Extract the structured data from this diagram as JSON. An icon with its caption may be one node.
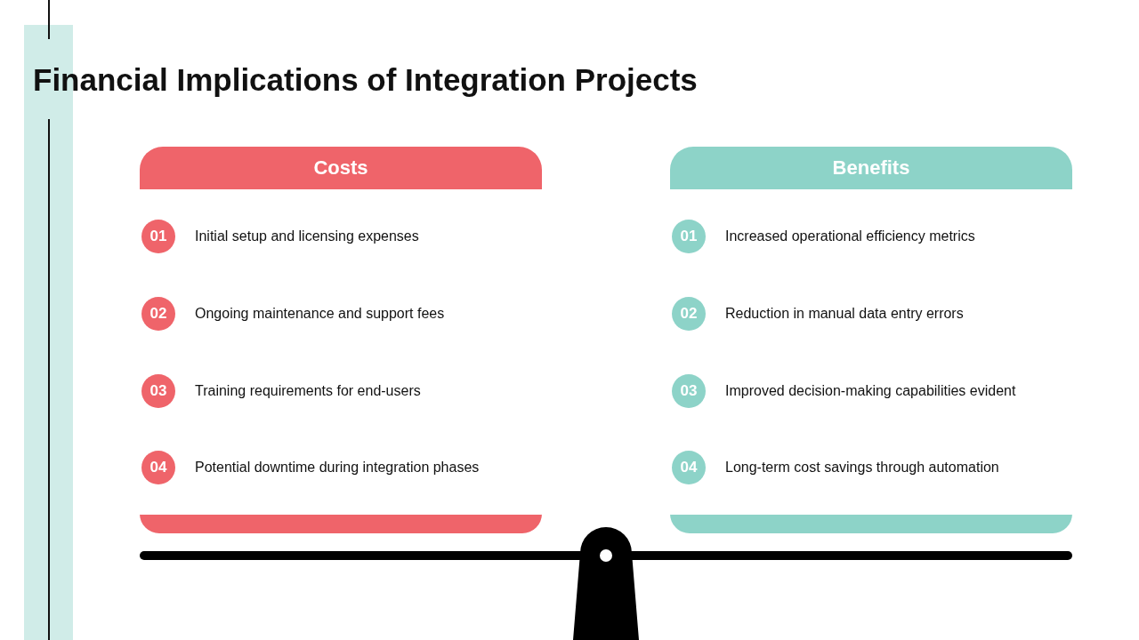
{
  "diagram": {
    "title": "Financial Implications of Integration Projects",
    "nodes": [
      {
        "text": [
          "Costs"
        ]
      },
      {
        "text": [
          "01"
        ],
        "beside": [
          "Initial setup and licensing expenses"
        ]
      },
      {
        "text": [
          "02"
        ],
        "beside": [
          "Ongoing maintenance and support fees"
        ]
      },
      {
        "text": [
          "03"
        ],
        "beside": [
          "Training requirements for end-users"
        ]
      },
      {
        "text": [
          "04"
        ],
        "beside": [
          "Potential downtime during integration phases"
        ]
      },
      {
        "text": [
          "Benefits"
        ]
      },
      {
        "text": [
          "01"
        ],
        "beside": [
          "Increased operational efficiency metrics"
        ]
      },
      {
        "text": [
          "02"
        ],
        "beside": [
          "Reduction in manual data entry errors"
        ]
      },
      {
        "text": [
          "03"
        ],
        "beside": [
          "Improved decision-making capabilities evident"
        ]
      },
      {
        "text": [
          "04"
        ],
        "beside": [
          "Long-term cost savings through automation"
        ]
      }
    ]
  }
}
